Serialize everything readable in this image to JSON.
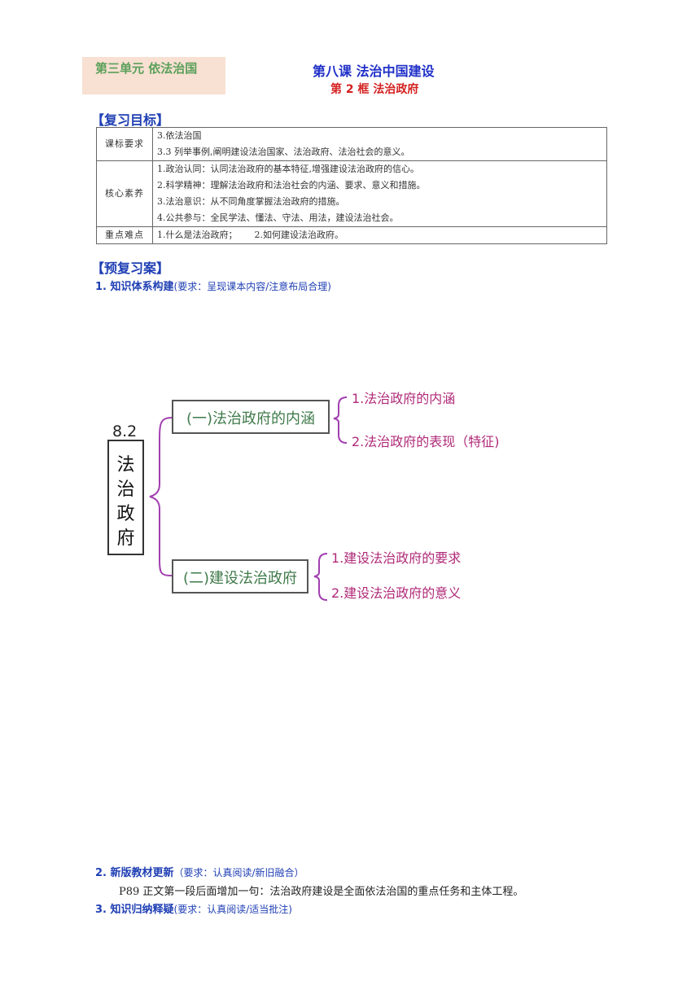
{
  "header": {
    "unit": "第三单元  依法治国",
    "lesson": "第八课  法治中国建设",
    "frame": "第 2 框  法治政府"
  },
  "review_goals": {
    "title": "【复习目标】",
    "rows": [
      {
        "key": "课标要求",
        "lines": [
          "3.依法治国",
          "3.3 列举事例,阐明建设法治国家、法治政府、法治社会的意义。"
        ]
      },
      {
        "key": "核心素养",
        "lines": [
          "1.政治认同：认同法治政府的基本特征,增强建设法治政府的信心。",
          "2.科学精神：理解法治政府和法治社会的内涵、要求、意义和措施。",
          "3.法治意识：从不同角度掌握法治政府的措施。",
          "4.公共参与：全民学法、懂法、守法、用法，建设法治社会。"
        ]
      },
      {
        "key": "重点难点",
        "lines": [
          "1.什么是法治政府；      2.如何建设法治政府。"
        ]
      }
    ]
  },
  "preview": {
    "title": "【预复习案】",
    "item1": {
      "title": "1. 知识体系构建",
      "req": "(要求：呈现课本内容/注意布局合理)"
    },
    "item2": {
      "title": "2. 新版教材更新",
      "req": "（要求：认真阅读/新旧融合）",
      "text": "P89 正文第一段后面增加一句：法治政府建设是全面依法治国的重点任务和主体工程。"
    },
    "item3": {
      "title": "3. 知识归纳释疑",
      "req": "(要求：认真阅读/适当批注)"
    }
  },
  "mindmap": {
    "label": "8.2",
    "root_chars": [
      "法",
      "治",
      "政",
      "府"
    ],
    "branches": [
      {
        "text": "(一)法治政府的内涵",
        "leaves": [
          "1.法治政府的内涵",
          "2.法治政府的表现（特征)"
        ]
      },
      {
        "text": "(二)建设法治政府",
        "leaves": [
          "1.建设法治政府的要求",
          "2.建设法治政府的意义"
        ]
      }
    ],
    "colors": {
      "branch_border": "#555555",
      "branch_text": "#3f7a4a",
      "bracket": "#a23fb0",
      "leaf_text": "#b02a78"
    }
  }
}
